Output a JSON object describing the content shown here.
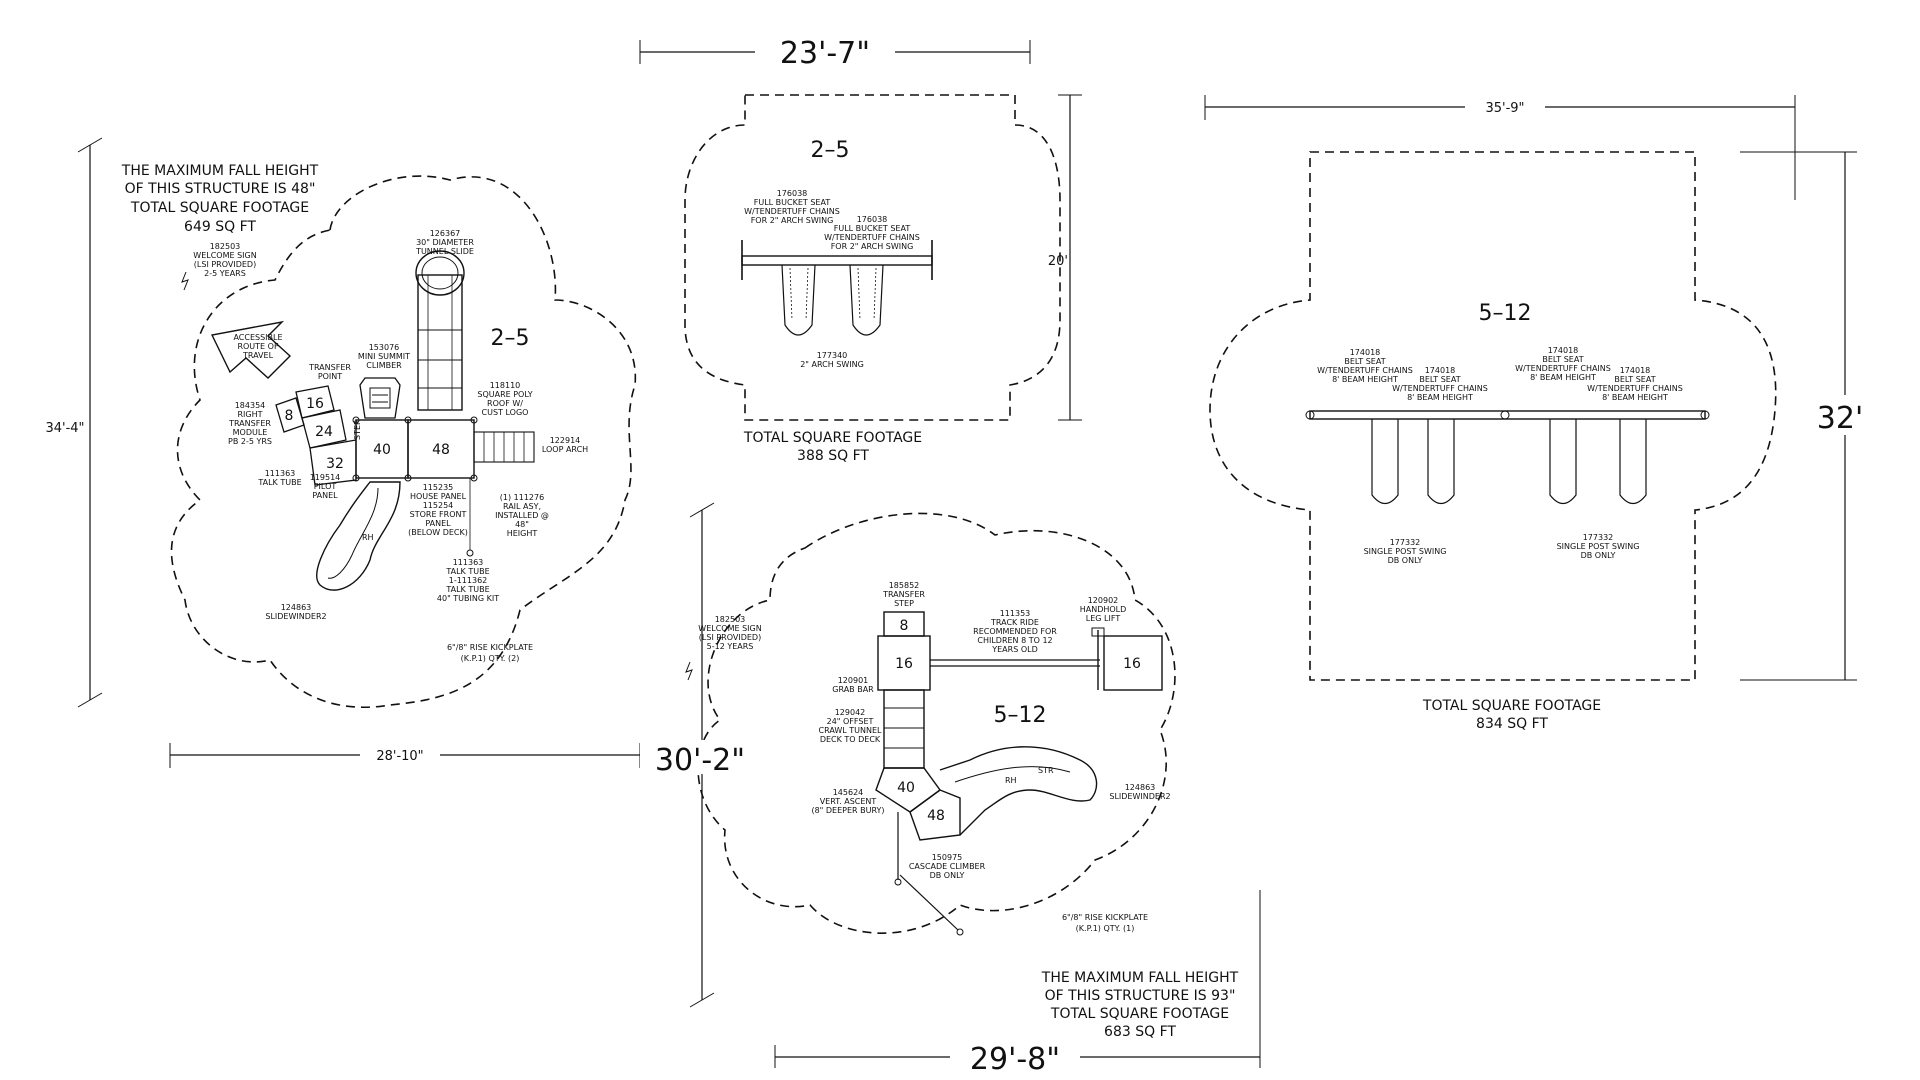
{
  "playground_1": {
    "fall_height": [
      "THE MAXIMUM FALL HEIGHT",
      "OF THIS STRUCTURE IS 48\""
    ],
    "footage": [
      "TOTAL SQUARE FOOTAGE",
      "649 SQ FT"
    ],
    "age_label": "2–5",
    "dim_height": "34'-4\"",
    "dim_width": "28'-10\"",
    "decks": [
      "8",
      "16",
      "24",
      "32",
      "40",
      "48"
    ],
    "accessible": [
      "ACCESSIBLE",
      "ROUTE OF",
      "TRAVEL"
    ],
    "notes": {
      "sign": [
        "182503",
        "WELCOME SIGN",
        "(LSI PROVIDED)",
        "2-5 YEARS"
      ],
      "tunnel_slide": [
        "126367",
        "30\" DIAMETER",
        "TUNNEL SLIDE"
      ],
      "climber": [
        "153076",
        "MINI SUMMIT",
        "CLIMBER"
      ],
      "transfer_point": [
        "TRANSFER",
        "POINT"
      ],
      "transfer_module": [
        "184354",
        "RIGHT",
        "TRANSFER",
        "MODULE",
        "PB 2-5 YRS"
      ],
      "roof": [
        "118110",
        "SQUARE POLY",
        "ROOF W/",
        "CUST LOGO"
      ],
      "loop_arch": [
        "122914",
        "LOOP ARCH"
      ],
      "talk_tube_left": [
        "111363",
        "TALK TUBE"
      ],
      "pilot_panel": [
        "119514",
        "PILOT",
        "PANEL"
      ],
      "panels": [
        "115235",
        "HOUSE PANEL",
        "115254",
        "STORE FRONT",
        "PANEL",
        "(BELOW DECK)"
      ],
      "rail": [
        "(1)   111276",
        "RAIL ASY,",
        "INSTALLED @",
        "48\"",
        "HEIGHT"
      ],
      "talk_tube_kit": [
        "111363",
        "TALK TUBE",
        "1-111362",
        "TALK TUBE",
        "40\" TUBING KIT"
      ],
      "sidewinder": [
        "124863",
        "SLIDEWINDER2"
      ],
      "kickplate": [
        "6\"/8\" RISE KICKPLATE",
        "(K.P.1) QTY. (2)"
      ],
      "slide_tag": "RH",
      "step_tag": "STEP"
    }
  },
  "swing_2_5": {
    "age_label": "2–5",
    "dim_width": "23'-7\"",
    "dim_height": "20'",
    "footage": [
      "TOTAL SQUARE FOOTAGE",
      "388 SQ FT"
    ],
    "notes": {
      "seat_1": [
        "176038",
        "FULL BUCKET SEAT",
        "W/TENDERTUFF CHAINS",
        "FOR 2\" ARCH SWING"
      ],
      "seat_2": [
        "176038",
        "FULL BUCKET SEAT",
        "W/TENDERTUFF CHAINS",
        "FOR 2\" ARCH SWING"
      ],
      "frame": [
        "177340",
        "2\" ARCH SWING"
      ]
    }
  },
  "swing_5_12": {
    "age_label": "5–12",
    "dim_width": "35'-9\"",
    "dim_height": "32'",
    "footage": [
      "TOTAL SQUARE FOOTAGE",
      "834 SQ FT"
    ],
    "notes": {
      "seat_1": [
        "174018",
        "BELT SEAT",
        "W/TENDERTUFF CHAINS",
        "8' BEAM HEIGHT"
      ],
      "seat_2": [
        "174018",
        "BELT SEAT",
        "W/TENDERTUFF CHAINS",
        "8' BEAM HEIGHT"
      ],
      "seat_3": [
        "174018",
        "BELT SEAT",
        "W/TENDERTUFF CHAINS",
        "8' BEAM HEIGHT"
      ],
      "seat_4": [
        "174018",
        "BELT SEAT",
        "W/TENDERTUFF CHAINS",
        "8' BEAM HEIGHT"
      ],
      "post_1": [
        "177332",
        "SINGLE POST SWING",
        "DB ONLY"
      ],
      "post_2": [
        "177332",
        "SINGLE POST SWING",
        "DB ONLY"
      ]
    }
  },
  "playground_2": {
    "age_label": "5–12",
    "dim_height": "30'-2\"",
    "dim_width": "29'-8\"",
    "fall_height": [
      "THE MAXIMUM FALL HEIGHT",
      "OF THIS STRUCTURE IS 93\""
    ],
    "footage": [
      "TOTAL SQUARE FOOTAGE",
      "683 SQ FT"
    ],
    "decks": [
      "8",
      "16",
      "16",
      "40",
      "48"
    ],
    "notes": {
      "sign": [
        "182503",
        "WELCOME SIGN",
        "(LSI PROVIDED)",
        "5-12 YEARS"
      ],
      "transfer_step": [
        "185852",
        "TRANSFER",
        "STEP"
      ],
      "track_ride": [
        "111353",
        "TRACK RIDE",
        "RECOMMENDED FOR",
        "CHILDREN 8 TO 12",
        "YEARS OLD"
      ],
      "leg_lift": [
        "120902",
        "HANDHOLD",
        "LEG LIFT"
      ],
      "grab_bar": [
        "120901",
        "GRAB BAR"
      ],
      "crawl_tunnel": [
        "129042",
        "24\" OFFSET",
        "CRAWL TUNNEL",
        "DECK TO DECK"
      ],
      "vert_ascent": [
        "145624",
        "VERT. ASCENT",
        "(8\" DEEPER BURY)"
      ],
      "cascade": [
        "150975",
        "CASCADE CLIMBER",
        "DB ONLY"
      ],
      "sidewinder": [
        "124863",
        "SLIDEWINDER2"
      ],
      "kickplate": [
        "6\"/8\" RISE KICKPLATE",
        "(K.P.1) QTY. (1)"
      ],
      "slide_tags": [
        "RH",
        "STR"
      ]
    }
  }
}
